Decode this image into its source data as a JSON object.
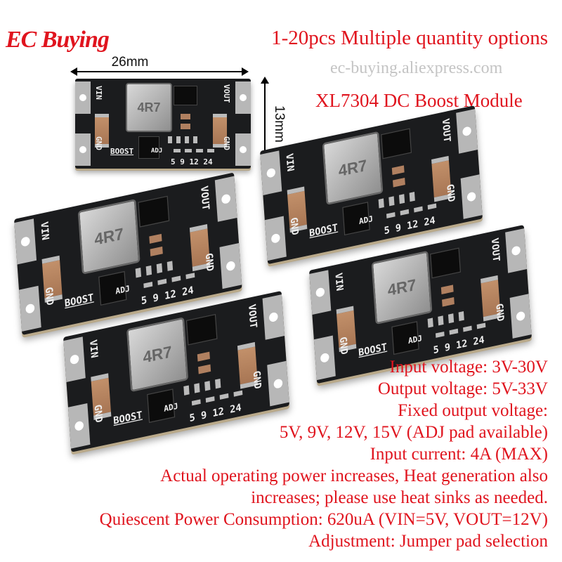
{
  "brand": "EC Buying",
  "headline": "1-20pcs Multiple quantity options",
  "product_title": "XL7304 DC Boost Module",
  "dimensions": {
    "width": "26mm",
    "height": "13mm"
  },
  "board_silkscreen": {
    "inductor": "4R7",
    "vin": "VIN",
    "vout": "VOUT",
    "gnd": "GND",
    "boost": "BOOST",
    "adj": "ADJ",
    "voltages": "5 9 12 24"
  },
  "watermark": "ec-buying.aliexpress.com",
  "specs": [
    "Input voltage: 3V-30V",
    "Output voltage: 5V-33V",
    "Fixed output voltage:",
    "5V, 9V, 12V, 15V (ADJ pad available)",
    "Input current: 4A (MAX)",
    "Actual operating power increases, Heat generation also",
    "increases; please use heat sinks as needed.",
    "Quiescent Power Consumption: 620uA (VIN=5V, VOUT=12V)",
    "Adjustment: Jumper pad selection"
  ],
  "colors": {
    "text_accent": "#e0141e",
    "pcb": "#1b1c1e",
    "pad": "#b7b7b7"
  }
}
